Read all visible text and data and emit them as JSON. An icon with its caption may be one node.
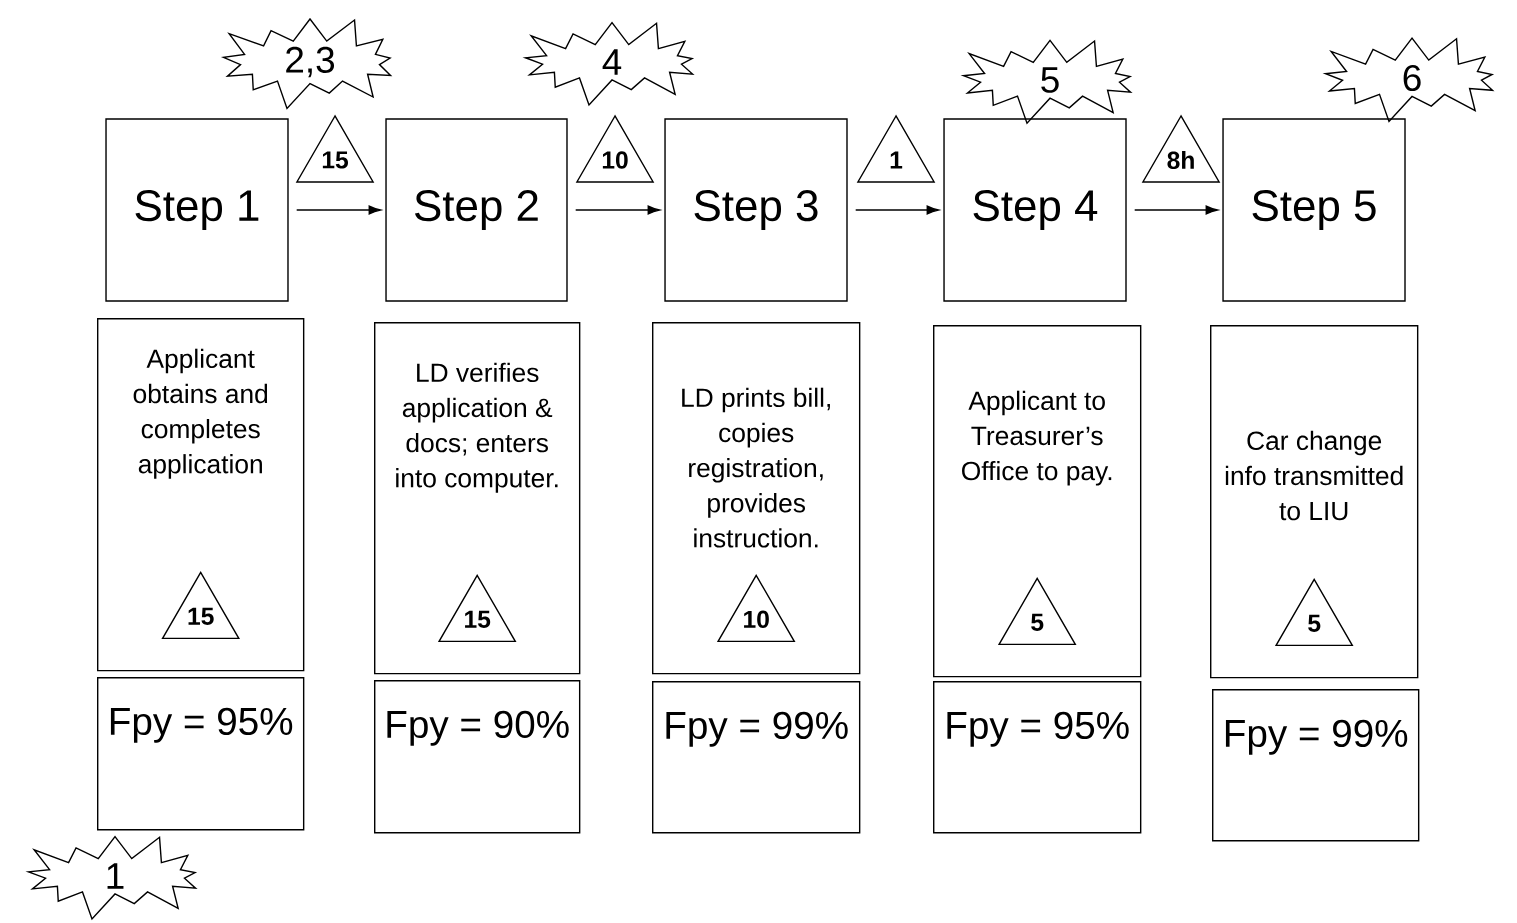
{
  "diagram": {
    "nodes": [
      {
        "text": [
          "2,3"
        ]
      },
      {
        "text": [
          "4"
        ]
      },
      {
        "text": [
          "5"
        ]
      },
      {
        "text": [
          "6"
        ]
      },
      {
        "text": [
          "Step 1"
        ]
      },
      {
        "text": [
          "Step 2"
        ]
      },
      {
        "text": [
          "Step 3"
        ]
      },
      {
        "text": [
          "Step 4"
        ]
      },
      {
        "text": [
          "Step 5"
        ]
      },
      {
        "text": [
          "15"
        ]
      },
      {
        "text": [
          "10"
        ]
      },
      {
        "text": [
          "1"
        ]
      },
      {
        "text": [
          "8h"
        ]
      },
      {
        "text": [
          "Applicant obtains and completes application"
        ]
      },
      {
        "text": [
          "LD verifies application & docs; enters into computer."
        ]
      },
      {
        "text": [
          "LD prints bill, copies registration, provides instruction."
        ]
      },
      {
        "text": [
          "Applicant to Treasurer’s Office to pay."
        ]
      },
      {
        "text": [
          "Car change info transmitted to LIU"
        ]
      },
      {
        "text": [
          "15"
        ],
        "in": 13
      },
      {
        "text": [
          "15"
        ],
        "in": 14
      },
      {
        "text": [
          "10"
        ],
        "in": 15
      },
      {
        "text": [
          "5"
        ],
        "in": 16
      },
      {
        "text": [
          "5"
        ],
        "in": 17
      },
      {
        "text": [
          "Fpy = 95%"
        ]
      },
      {
        "text": [
          "Fpy = 90%"
        ]
      },
      {
        "text": [
          "Fpy = 99%"
        ]
      },
      {
        "text": [
          "Fpy = 95%"
        ]
      },
      {
        "text": [
          "Fpy = 99%"
        ]
      },
      {
        "text": [
          "1"
        ]
      }
    ],
    "edges": [
      {
        "from": 4,
        "to": 5,
        "arrow": "to"
      },
      {
        "from": 5,
        "to": 6,
        "arrow": "to"
      },
      {
        "from": 6,
        "to": 7,
        "arrow": "to"
      },
      {
        "from": 7,
        "to": 8,
        "arrow": "to"
      }
    ]
  }
}
